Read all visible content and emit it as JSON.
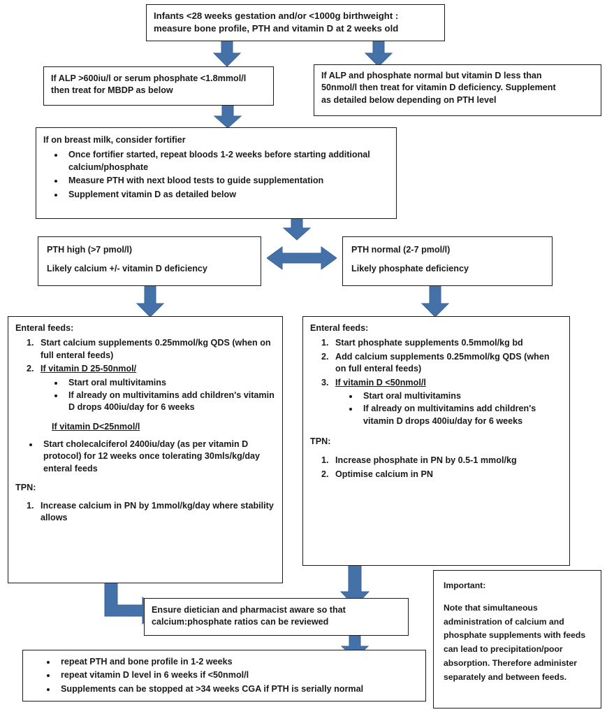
{
  "document": {
    "title": "Metabolic bone disease of prematurity (MBDP) management flowchart",
    "accent_color": "#4472a8",
    "border_color": "#1a1a1a",
    "background_color": "#ffffff"
  },
  "nodes": {
    "start": {
      "lines": [
        "Infants <28 weeks gestation and/or <1000g birthweight :",
        "measure bone profile, PTH and vitamin D at 2 weeks old"
      ]
    },
    "alp_high": {
      "lines": [
        "If ALP >600iu/l or serum phosphate <1.8mmol/l",
        "then treat for MBDP as below"
      ]
    },
    "vitd_low": {
      "lines": [
        "If ALP and phosphate normal but vitamin D less than",
        "50nmol/l then treat for vitamin D deficiency.  Supplement",
        "as detailed below depending on PTH level"
      ]
    },
    "fortifier": {
      "heading": "If on breast milk, consider fortifier",
      "bullets": [
        "Once fortifier started, repeat bloods 1-2 weeks before starting additional calcium/phosphate",
        "Measure PTH with next blood tests to guide supplementation",
        "Supplement vitamin D as detailed below"
      ]
    },
    "pth_high": {
      "line1": "PTH high (>7 pmol/l)",
      "line2": "Likely calcium +/- vitamin D deficiency"
    },
    "pth_normal": {
      "line1": "PTH normal (2-7 pmol/l)",
      "line2": "Likely phosphate deficiency"
    },
    "left_plan": {
      "enteral_heading": "Enteral feeds:",
      "item1": "Start calcium supplements 0.25mmol/kg QDS (when on full enteral feeds)",
      "item2_underlined": "If vitamin D 25-50nmol/",
      "item2_sub": [
        "Start oral multivitamins",
        "If already on multivitamins add children's vitamin D drops 400iu/day for 6 weeks"
      ],
      "second_heading_underlined": "If vitamin D<25nmol/l",
      "second_sub": [
        "Start cholecalciferol 2400iu/day (as per vitamin D protocol) for 12 weeks once tolerating 30mls/kg/day enteral feeds"
      ],
      "tpn_heading": "TPN:",
      "tpn_items": [
        "Increase calcium in PN by 1mmol/kg/day where stability allows"
      ]
    },
    "right_plan": {
      "enteral_heading": "Enteral feeds:",
      "item1": "Start phosphate supplements 0.5mmol/kg bd",
      "item2": "Add calcium supplements 0.25mmol/kg QDS (when on full enteral feeds)",
      "item3_underlined": "If vitamin D <50nmol/l",
      "item3_sub": [
        "Start oral multivitamins",
        "If already on multivitamins add children's vitamin D drops 400iu/day for 6 weeks"
      ],
      "tpn_heading": "TPN:",
      "tpn_items": [
        "Increase phosphate in PN by 0.5-1 mmol/kg",
        "Optimise calcium in PN"
      ]
    },
    "dietician": {
      "lines": [
        "Ensure dietician and pharmacist aware so that",
        "calcium:phosphate ratios can be reviewed"
      ]
    },
    "followup": {
      "bullets": [
        "repeat PTH and bone profile in 1-2 weeks",
        "repeat vitamin D level in 6 weeks if <50nmol/l",
        "Supplements can be stopped at >34 weeks CGA if PTH is serially normal"
      ]
    },
    "important": {
      "heading": "Important:",
      "body": "Note that simultaneous administration of calcium and phosphate supplements with feeds can lead to precipitation/poor absorption. Therefore administer separately and between feeds."
    }
  },
  "arrows": [
    {
      "name": "arrow-start-to-alp-high",
      "kind": "down"
    },
    {
      "name": "arrow-start-to-vitd-low",
      "kind": "down"
    },
    {
      "name": "arrow-alp-high-to-fortifier",
      "kind": "down"
    },
    {
      "name": "arrow-fortifier-to-pth",
      "kind": "down"
    },
    {
      "name": "arrow-pth-high-normal-link",
      "kind": "left-right"
    },
    {
      "name": "arrow-pth-high-to-left-plan",
      "kind": "down"
    },
    {
      "name": "arrow-pth-normal-to-right-plan",
      "kind": "down"
    },
    {
      "name": "arrow-left-plan-to-dietician",
      "kind": "elbow-down-right"
    },
    {
      "name": "arrow-right-plan-to-dietician",
      "kind": "down"
    },
    {
      "name": "arrow-dietician-to-followup",
      "kind": "down"
    }
  ]
}
